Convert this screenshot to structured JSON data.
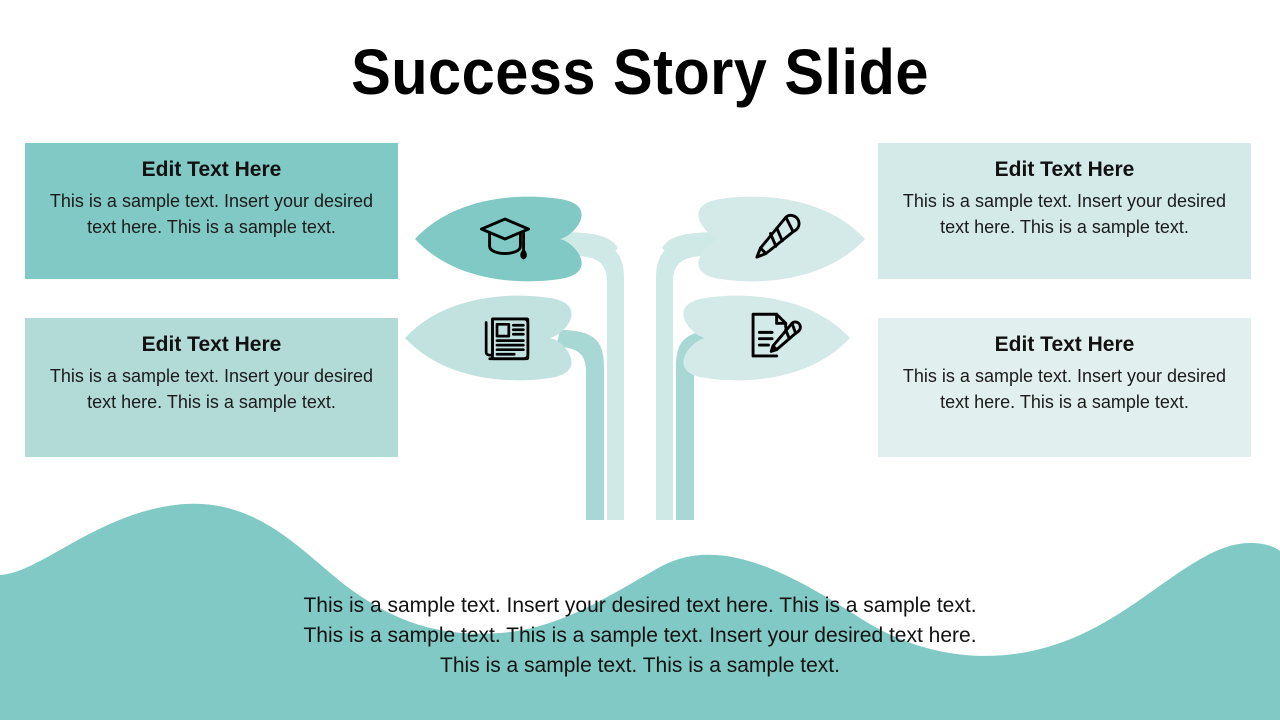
{
  "slide": {
    "title": "Success Story Slide",
    "background_color": "#FFFFFF"
  },
  "palette": {
    "teal_dark": "#80C9C4",
    "teal_mid": "#B2DBD8",
    "teal_light": "#D4EAE8",
    "teal_lightest": "#E1EFEE",
    "text": "#111111",
    "icon_stroke": "#000000"
  },
  "boxes": [
    {
      "id": "top-left",
      "title": "Edit Text Here",
      "body": "This is a sample text. Insert your desired text here. This is a sample text.",
      "color": "#80C9C4"
    },
    {
      "id": "bottom-left",
      "title": "Edit Text Here",
      "body": "This is a sample text. Insert your desired text here. This is a sample text.",
      "color": "#B2DBD8"
    },
    {
      "id": "top-right",
      "title": "Edit Text Here",
      "body": "This is a sample text. Insert your desired text here. This is a sample text.",
      "color": "#D4EAE8"
    },
    {
      "id": "bottom-right",
      "title": "Edit Text Here",
      "body": "This is a sample text. Insert your desired text here. This is a sample text.",
      "color": "#E1EFEE"
    }
  ],
  "leaves": [
    {
      "id": "leaf-top-left",
      "icon": "graduation-cap-icon",
      "fill": "#80C9C4"
    },
    {
      "id": "leaf-bottom-left",
      "icon": "newspaper-icon",
      "fill": "#C2E2DF"
    },
    {
      "id": "leaf-top-right",
      "icon": "pencil-icon",
      "fill": "#D4EAE8"
    },
    {
      "id": "leaf-bottom-right",
      "icon": "document-pencil-icon",
      "fill": "#D4EAE8"
    }
  ],
  "stems": {
    "outer_color": "#A8D8D4",
    "inner_color": "#CFE9E7"
  },
  "ground": {
    "color": "#80C9C4"
  },
  "footer": {
    "line1": "This is a sample text. Insert your desired text here. This is a sample text.",
    "line2": "This is a sample text. This is a sample text. Insert your desired text here.",
    "line3": "This is a sample text. This is a sample text."
  }
}
